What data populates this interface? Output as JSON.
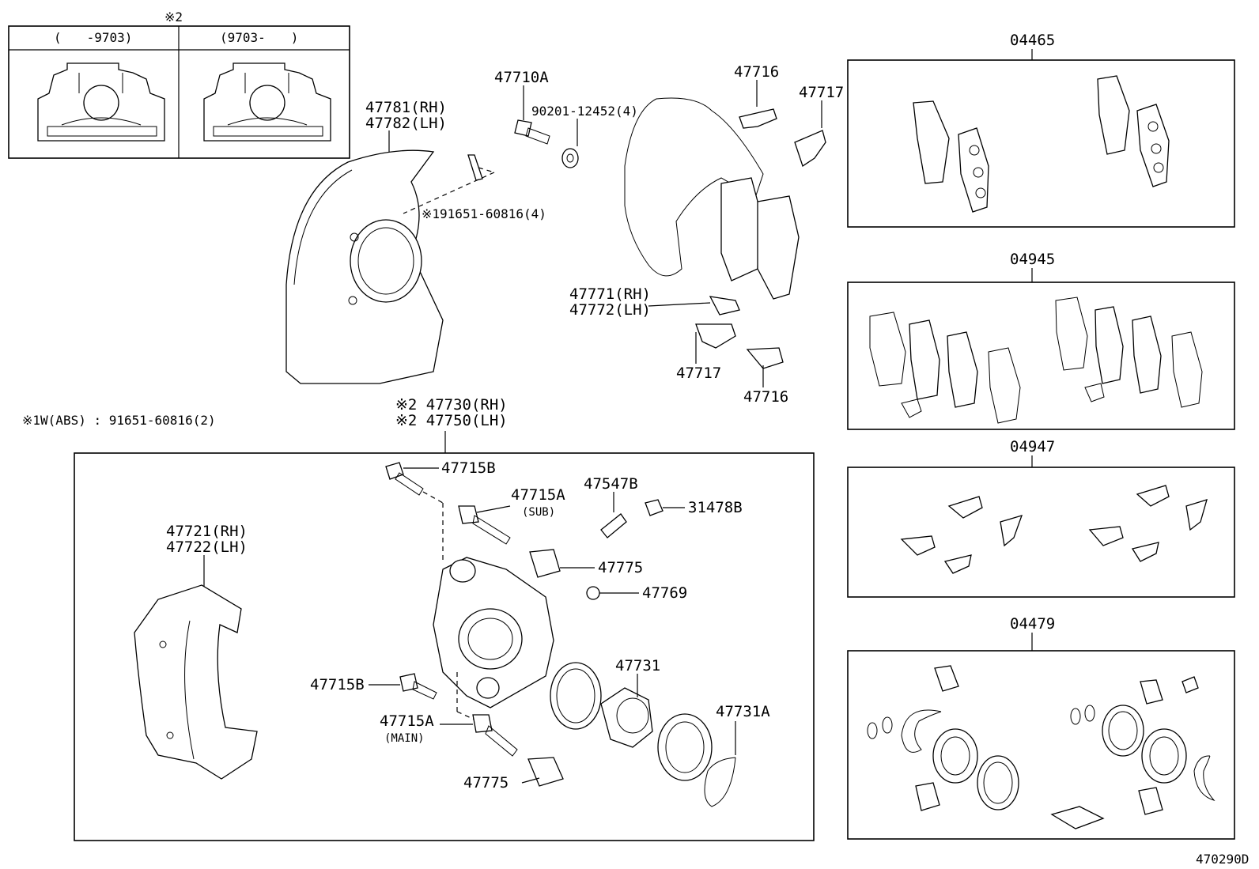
{
  "inset": {
    "note_mark": "※2",
    "col_left": "(　　-9703)",
    "col_right": "(9703-　　)"
  },
  "note_abs": "※1W(ABS) : 91651-60816(2)",
  "labels": {
    "p47781": "47781(RH)",
    "p47782": "47782(LH)",
    "p47710A": "47710A",
    "p90201": "90201-12452(4)",
    "p91651": "※191651-60816(4)",
    "p47716_top": "47716",
    "p47717_top": "47717",
    "p47771": "47771(RH)",
    "p47772": "47772(LH)",
    "p47717_bot": "47717",
    "p47716_bot": "47716",
    "p47730": "※2 47730(RH)",
    "p47750": "※2 47750(LH)",
    "p47715B_top": "47715B",
    "p47715A_sub": "47715A",
    "sub": "(SUB)",
    "p47547B": "47547B",
    "p31478B": "31478B",
    "p47721": "47721(RH)",
    "p47722": "47722(LH)",
    "p47775_top": "47775",
    "p47769": "47769",
    "p47731": "47731",
    "p47715B_bot": "47715B",
    "p47715A_main": "47715A",
    "main": "(MAIN)",
    "p47731A": "47731A",
    "p47775_bot": "47775"
  },
  "kits": [
    {
      "code": "04465"
    },
    {
      "code": "04945"
    },
    {
      "code": "04947"
    },
    {
      "code": "04479"
    }
  ],
  "diagram_id": "470290D"
}
